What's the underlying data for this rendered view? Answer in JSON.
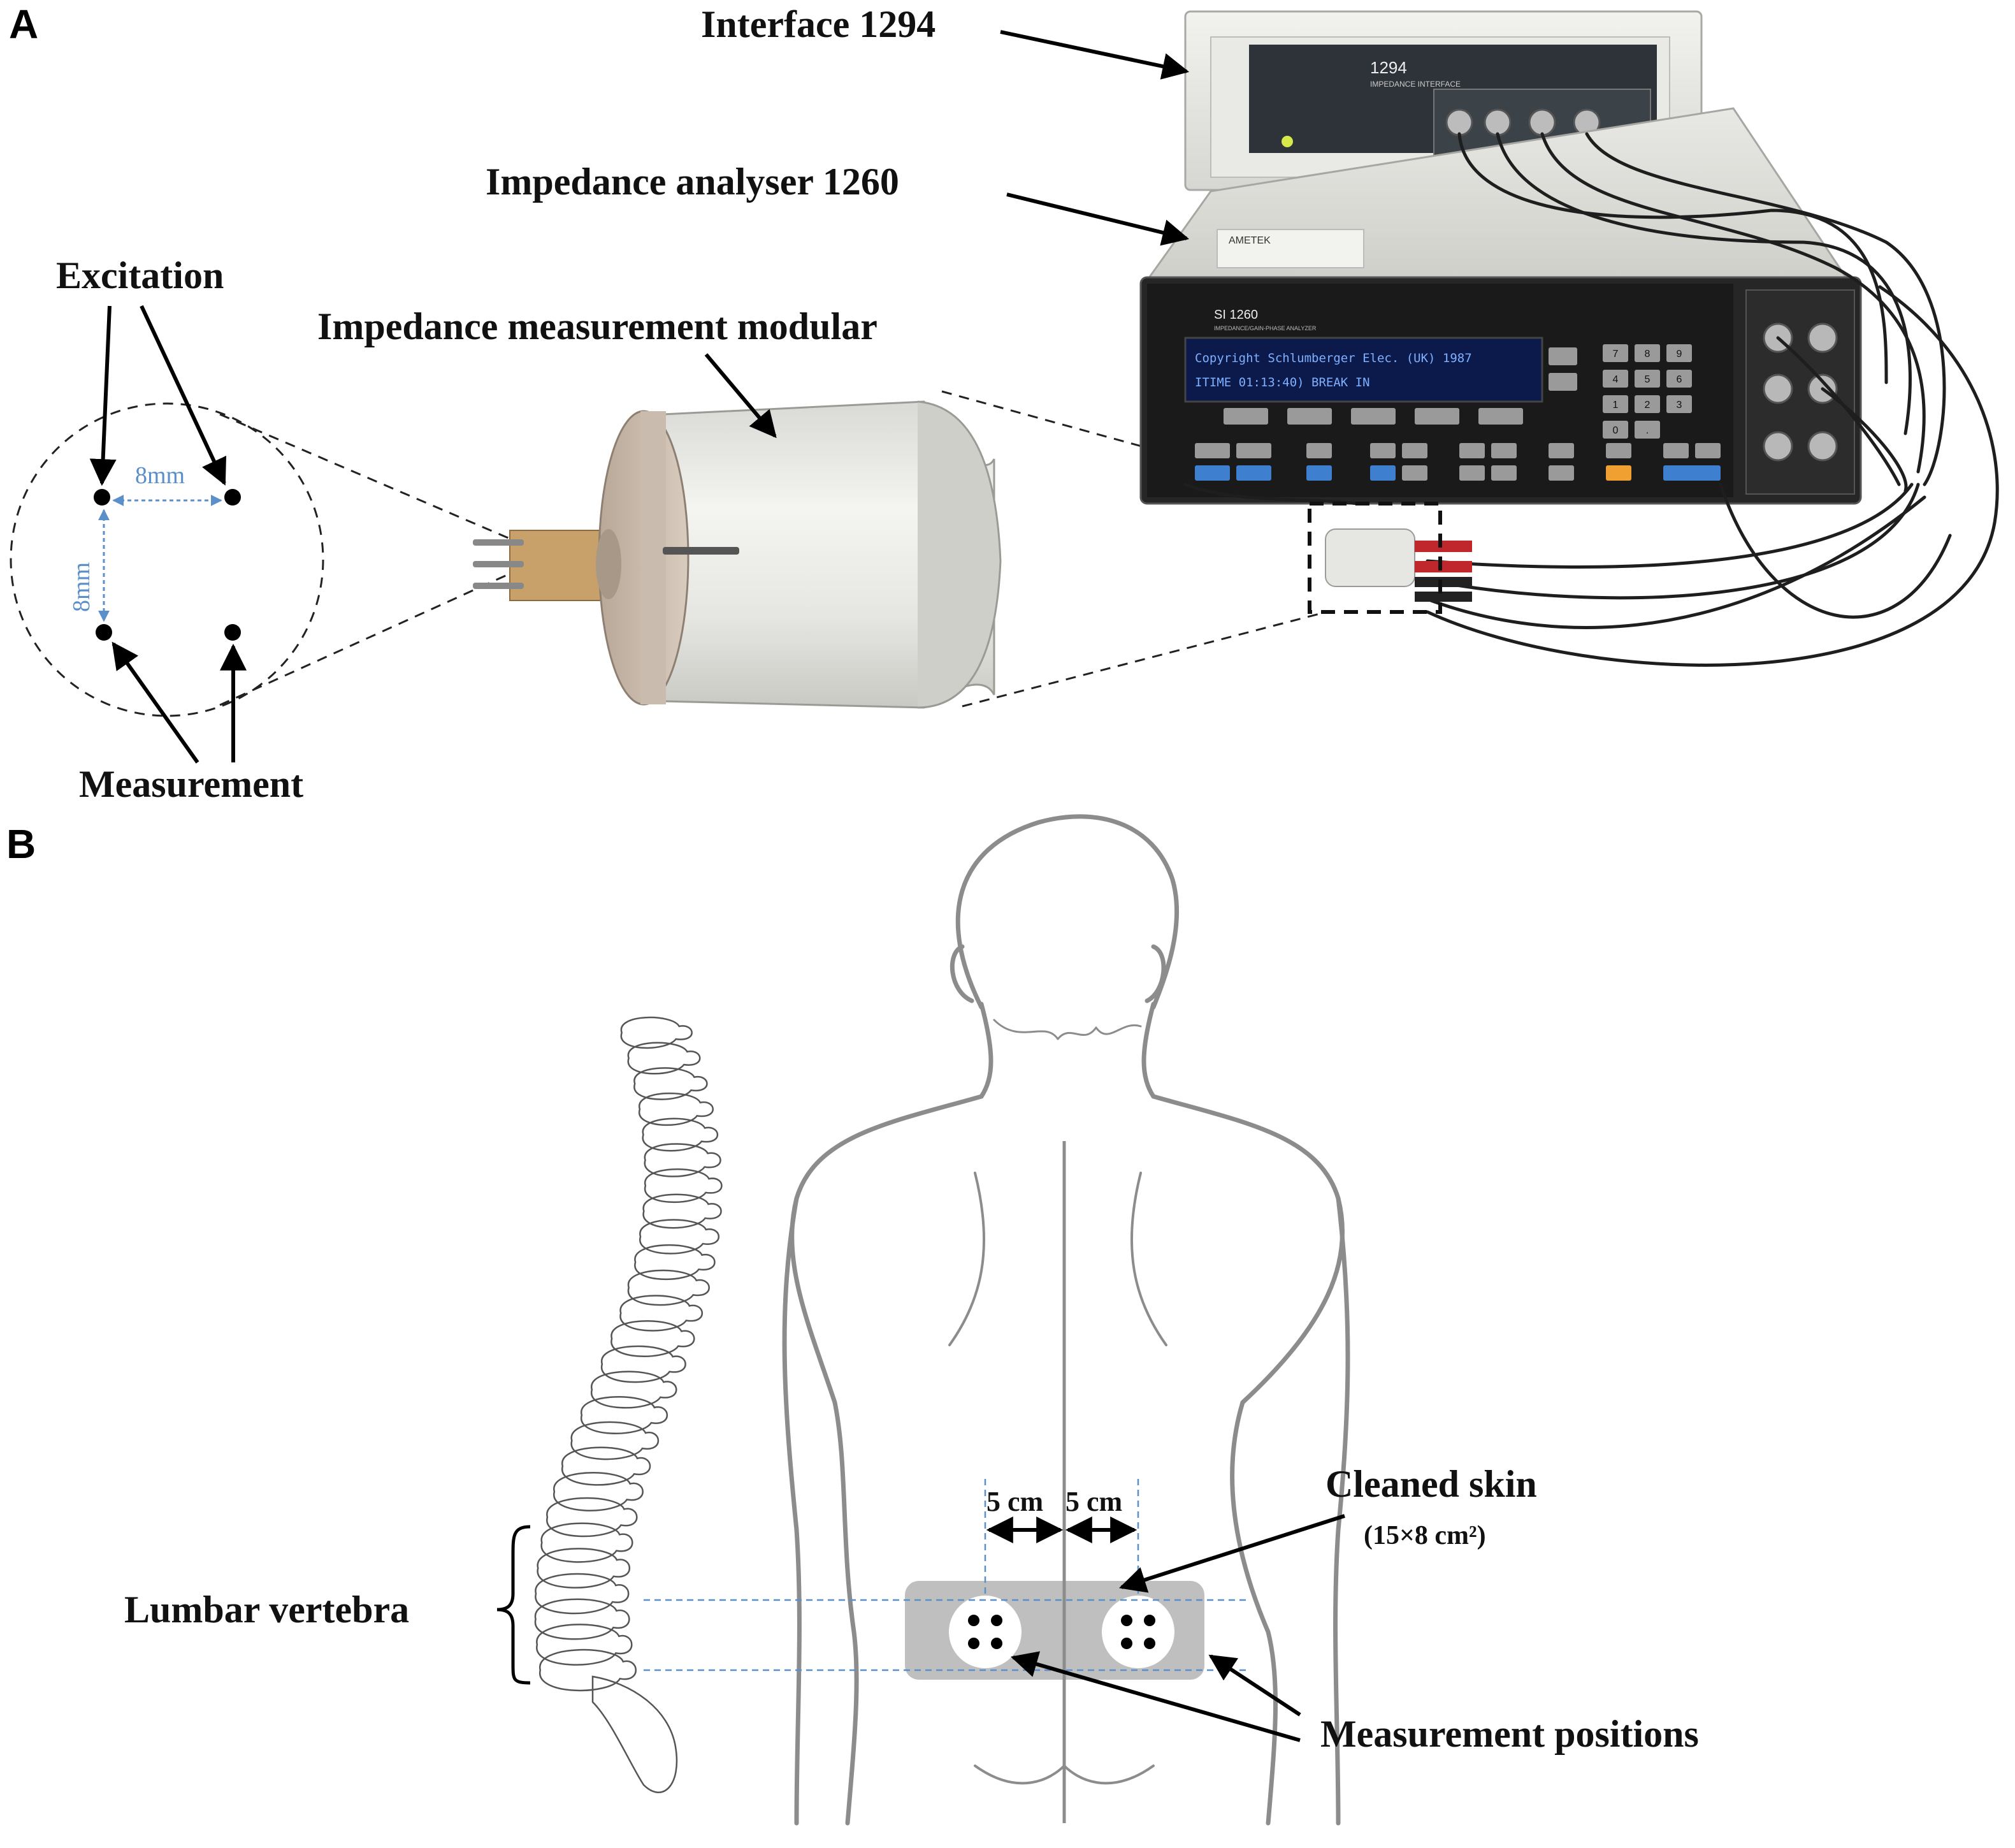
{
  "panels": {
    "a": "A",
    "b": "B"
  },
  "panel_a": {
    "interface_label": "Interface 1294",
    "analyser_label": "Impedance analyser 1260",
    "modular_label": "Impedance measurement modular",
    "excitation_label": "Excitation",
    "measurement_label": "Measurement",
    "spacing_horizontal": "8mm",
    "spacing_vertical": "8mm",
    "interface_model": "1294",
    "interface_subtitle": "IMPEDANCE INTERFACE",
    "analyser_model": "SI 1260",
    "analyser_subtitle": "IMPEDANCE/GAIN-PHASE ANALYZER",
    "analyser_brand": "AMETEK",
    "lcd_line1": "Copyright Schlumberger Elec. (UK)  1987",
    "lcd_line2": "ITIME       01:13:40) BREAK IN",
    "keypad_keys": [
      "7",
      "8",
      "9",
      "4",
      "5",
      "6",
      "1",
      "2",
      "3",
      "0",
      "."
    ]
  },
  "panel_b": {
    "lumbar_label": "Lumbar vertebra",
    "cleaned_skin_label": "Cleaned skin",
    "cleaned_skin_size": "(15×8 cm²)",
    "positions_label": "Measurement positions",
    "left_offset": "5 cm",
    "right_offset": "5 cm"
  },
  "colors": {
    "dimension_blue": "#5b8fc9",
    "body_outline": "#8c8c8c",
    "skin_patch": "#bfbfbf",
    "analyser_panel": "#1a1a1a",
    "lcd_background": "#0b1a4a",
    "key_blue": "#3f7fd0",
    "key_orange": "#f0a030"
  }
}
